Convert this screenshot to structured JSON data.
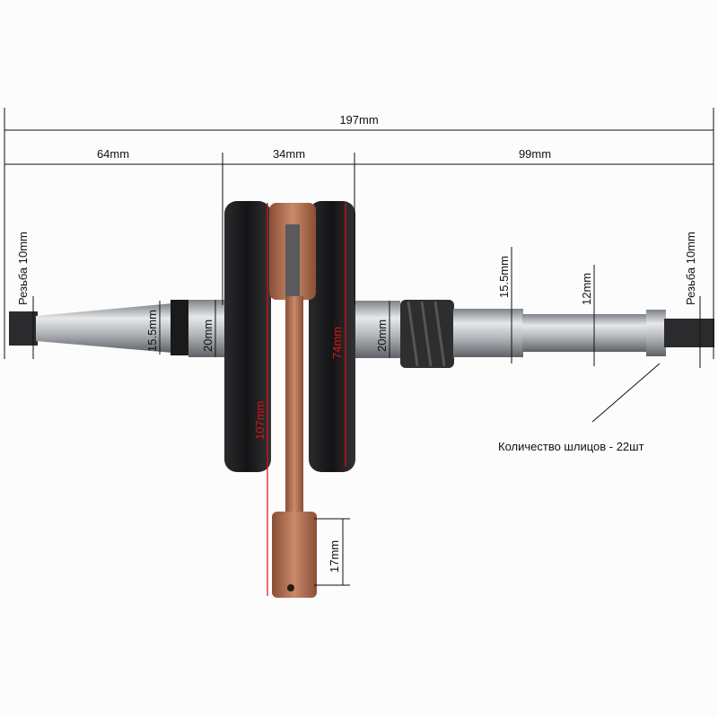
{
  "dimensions": {
    "total_length": "197mm",
    "left_shaft_length": "64mm",
    "crank_width": "34mm",
    "right_shaft_length": "99mm",
    "left_thread": "Резьба 10mm",
    "right_thread": "Резьба 10mm",
    "left_taper_diameter": "15.5mm",
    "left_journal_diameter": "20mm",
    "conrod_length": "107mm",
    "web_diameter": "74mm",
    "right_journal_diameter": "20mm",
    "right_shaft_diameter": "15.5mm",
    "right_end_diameter": "12mm",
    "small_end_width": "17mm"
  },
  "spline_note": "Количество шлицов - 22шт",
  "colors": {
    "dimension_line": "#111111",
    "red_dimension": "#e01010",
    "copper": "#b87555",
    "steel": "#b8bcc0",
    "web": "#1c1c1e"
  }
}
